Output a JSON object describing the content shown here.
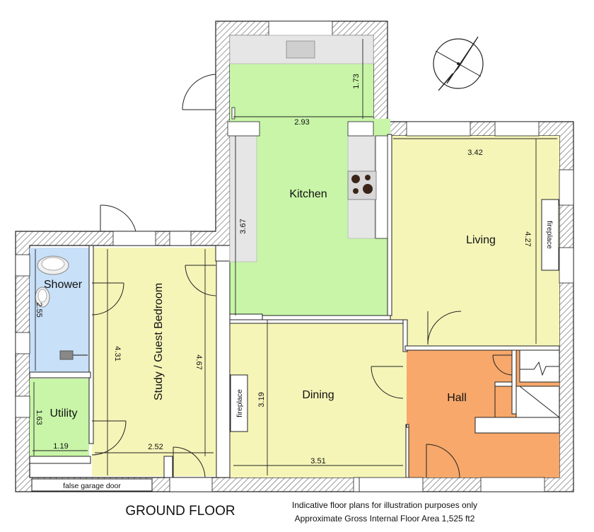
{
  "rooms": {
    "kitchen": "Kitchen",
    "living": "Living",
    "dining": "Dining",
    "hall": "Hall",
    "study": "Study / Guest Bedroom",
    "shower": "Shower",
    "utility": "Utility"
  },
  "dimensions": {
    "kitchen_top": "1.73",
    "kitchen_width": "2.93",
    "kitchen_depth": "3.67",
    "living_width": "3.42",
    "living_depth": "4.27",
    "dining_depth": "3.19",
    "dining_width": "3.51",
    "study_left": "4.31",
    "study_right": "4.67",
    "study_width": "2.52",
    "shower_depth": "2.55",
    "utility_depth": "1.63",
    "utility_width": "1.19"
  },
  "labels": {
    "fireplace_living": "fireplace",
    "fireplace_dining": "fireplace",
    "garage_door": "false garage door"
  },
  "caption": {
    "title": "GROUND FLOOR",
    "note_line1": "Indicative floor plans for illustration purposes only",
    "note_line2": "Approximate Gross Internal Floor Area 1,525 ft2"
  },
  "colors": {
    "kitchen": "#c8f5a8",
    "living": "#f5f5b8",
    "dining": "#f5f5b8",
    "study": "#f5f5b8",
    "hall": "#f7a86a",
    "shower": "#c8e0f8",
    "utility": "#c8f5a8",
    "wall": "#ffffff",
    "hatch": "#555555",
    "fitting": "#e6e6e6"
  }
}
